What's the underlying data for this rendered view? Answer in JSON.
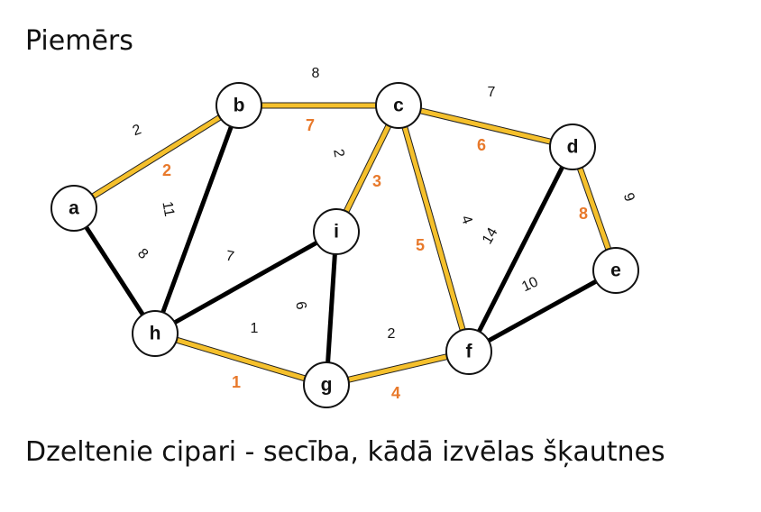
{
  "title": "Piemērs",
  "caption": "Dzeltenie cipari - secība, kādā izvēlas šķautnes",
  "colors": {
    "selected_edge": "#F5C02C",
    "order_label": "#E8792B",
    "edge": "#000000",
    "node_fill": "#ffffff"
  },
  "nodes": [
    {
      "id": "a",
      "label": "a"
    },
    {
      "id": "b",
      "label": "b"
    },
    {
      "id": "c",
      "label": "c"
    },
    {
      "id": "d",
      "label": "d"
    },
    {
      "id": "e",
      "label": "e"
    },
    {
      "id": "f",
      "label": "f"
    },
    {
      "id": "g",
      "label": "g"
    },
    {
      "id": "h",
      "label": "h"
    },
    {
      "id": "i",
      "label": "i"
    }
  ],
  "edges": [
    {
      "from": "a",
      "to": "b",
      "weight": "2",
      "selected": true,
      "order": "2"
    },
    {
      "from": "a",
      "to": "h",
      "weight": "8",
      "selected": false
    },
    {
      "from": "b",
      "to": "h",
      "weight": "11",
      "selected": false
    },
    {
      "from": "b",
      "to": "c",
      "weight": "8",
      "selected": true,
      "order": "7"
    },
    {
      "from": "c",
      "to": "i",
      "weight": "2",
      "selected": true,
      "order": "3"
    },
    {
      "from": "c",
      "to": "d",
      "weight": "7",
      "selected": true,
      "order": "6"
    },
    {
      "from": "c",
      "to": "f",
      "weight": "4",
      "selected": true,
      "order": "5"
    },
    {
      "from": "d",
      "to": "f",
      "weight": "14",
      "selected": false
    },
    {
      "from": "d",
      "to": "e",
      "weight": "9",
      "selected": true,
      "order": "8"
    },
    {
      "from": "e",
      "to": "f",
      "weight": "10",
      "selected": false
    },
    {
      "from": "h",
      "to": "i",
      "weight": "7",
      "selected": false
    },
    {
      "from": "i",
      "to": "g",
      "weight": "6",
      "selected": false
    },
    {
      "from": "h",
      "to": "g",
      "weight": "1",
      "selected": true,
      "order": "1"
    },
    {
      "from": "g",
      "to": "f",
      "weight": "2",
      "selected": true,
      "order": "4"
    }
  ]
}
